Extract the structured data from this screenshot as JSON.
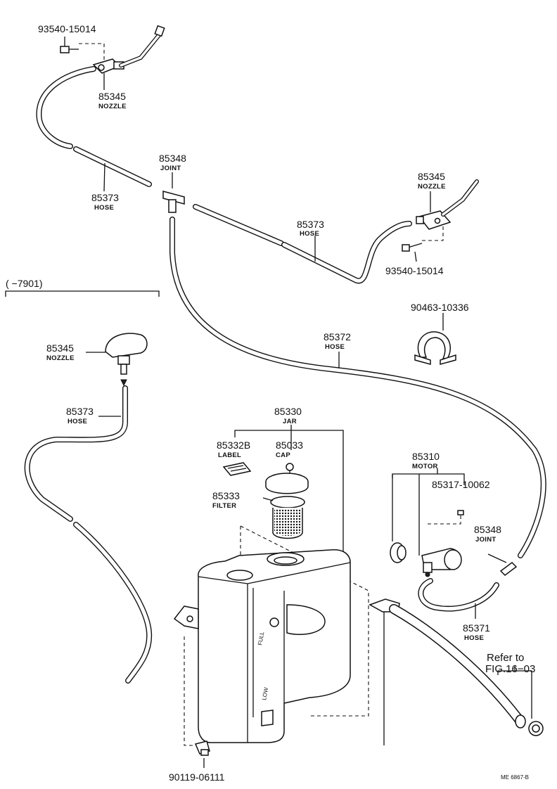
{
  "labels": {
    "screw_top": {
      "number": "93540-15014"
    },
    "nozzle_top": {
      "number": "85345",
      "name": "NOZZLE"
    },
    "hose_top_left": {
      "number": "85373",
      "name": "HOSE"
    },
    "joint_top": {
      "number": "85348",
      "name": "JOINT"
    },
    "nozzle_right": {
      "number": "85345",
      "name": "NOZZLE"
    },
    "hose_mid": {
      "number": "85373",
      "name": "HOSE"
    },
    "screw_right": {
      "number": "93540-15014"
    },
    "bracket": {
      "number": "(      −7901)"
    },
    "nozzle_left": {
      "number": "85345",
      "name": "NOZZLE"
    },
    "hose_left": {
      "number": "85373",
      "name": "HOSE"
    },
    "clamp": {
      "number": "90463-10336"
    },
    "hose_long": {
      "number": "85372",
      "name": "HOSE"
    },
    "jar": {
      "number": "85330",
      "name": "JAR"
    },
    "label_part": {
      "number": "85332B",
      "name": "LABEL"
    },
    "cap": {
      "number": "85033",
      "name": "CAP"
    },
    "filter": {
      "number": "85333",
      "name": "FILTER"
    },
    "motor": {
      "number": "85310",
      "name": "MOTOR"
    },
    "screw_motor": {
      "number": "85317-10062"
    },
    "joint_right": {
      "number": "85348",
      "name": "JOINT"
    },
    "hose_motor": {
      "number": "85371",
      "name": "HOSE"
    },
    "refer": {
      "line1": "Refer to",
      "line2": "FIG.16−03"
    },
    "bolt": {
      "number": "90119-06111"
    },
    "jar_full": {
      "text": "FULL"
    },
    "jar_low": {
      "text": "LOW"
    }
  },
  "footer": {
    "code": "ME 6867-B"
  }
}
